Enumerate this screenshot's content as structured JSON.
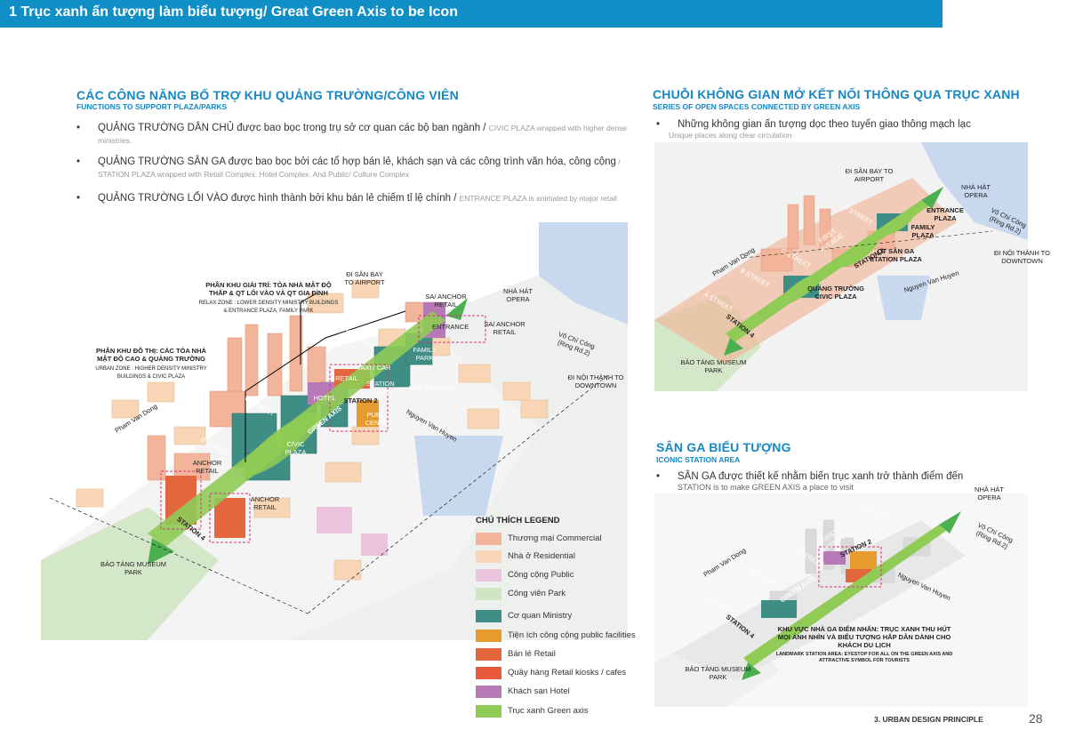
{
  "header": {
    "title": "1 Trục xanh ấn tượng làm biểu tượng/ Great  Green Axis to be Icon"
  },
  "left": {
    "heading": "CÁC CÔNG NĂNG BỔ TRỢ KHU QUẢNG TRƯỜNG/CÔNG VIÊN",
    "subheading": "FUNCTIONS TO SUPPORT PLAZA/PARKS",
    "bullets": [
      {
        "vi": "QUẢNG TRƯỜNG DÂN CHỦ được bao bọc trong trụ sở cơ quan các bộ ban ngành / ",
        "en": "CIVIC PLAZA wrapped with higher dense ministries."
      },
      {
        "vi": "QUẢNG TRƯỜNG SÂN GA  được bao bọc bởi các tổ hợp bán lẻ, khách sạn và các công trình văn hóa, công cộng",
        "en": " / STATION PLAZA wrapped with Retail Complex. Hotel Complex. And Public/ Culture Complex"
      },
      {
        "vi": "QUẢNG TRƯỜNG LỐI VÀO được hình thành bởi khu bán lẻ chiếm tỉ lệ chính / ",
        "en": "ENTRANCE PLAZA is animated by major retail"
      }
    ],
    "map": {
      "relax_zone_vi": "PHÂN KHU GIẢI TRÍ: TÒA NHÀ MẬT ĐỘ THẤP & QT LỐI VÀO VÀ QT GIA ĐÌNH",
      "relax_zone_en": "RELAX ZONE : LOWER DENSITY MINISTRY BUILDINGS & ENTRANCE PLAZA, FAMILY PARK",
      "urban_zone_vi": "PHÂN KHU ĐÔ THỊ: CÁC TÒA NHÀ MẬT ĐỘ CAO & QUẢNG TRƯỜNG",
      "urban_zone_en": "URBAN ZONE : HIGHER DENSITY MINISTRY BUILDINGS & CIVIC PLAZA",
      "to_airport": "ĐI SÂN BAY TO AIRPORT",
      "anchor_retail_1": "SA/ ANCHOR RETAIL",
      "anchor_retail_2": "SA/ ANCHOR RETAIL",
      "opera": "NHÀ HÁT OPERA",
      "entrance": "ENTRANCE",
      "family_park": "FAMILY PARK",
      "taxi_car": "TAXI / CAR",
      "retail": "RETAIL",
      "station_plaza": "STATION PLAZA",
      "bus_terminal": "BUS TERMINAL",
      "hotel": "HOTEL",
      "station2": "STATION 2",
      "public_center": "PUBLIC CENTER",
      "green_axis": "GREEN AXIS",
      "civic_plaza": "CIVIC PLAZA",
      "anchor_retail_3": "ANCHOR RETAIL",
      "anchor_retail_4": "ANCHOR RETAIL",
      "station4": "STATION 4",
      "museum": "BẢO TÀNG MUSEUM PARK",
      "vo_chi_cong": "Võ Chí Công (Ring Rd.2)",
      "downtown": "ĐI NỘI THÀNH TO DOWNTOWN",
      "pham_van_dong": "Pham Van Dong",
      "nguyen_van_huyen": "Nguyen Van Huyen",
      "d_street": "D STREET",
      "c_street": "C STREET",
      "b_street": "B STREET",
      "a_street": "A STREET"
    },
    "legend": {
      "title": "CHÚ THÍCH LEGEND",
      "items": [
        {
          "label": "Thương mại Commercial",
          "color": "#f2b49a"
        },
        {
          "label": "Nhà ở Residential",
          "color": "#f7d5b5"
        },
        {
          "label": "Công cộng Public",
          "color": "#ecc3dc"
        },
        {
          "label": "Công viên  Park",
          "color": "#cfe6c4"
        },
        {
          "label": "Cơ quan Ministry",
          "color": "#3f8e86"
        },
        {
          "label": "Tiện ích công cộng public facilities",
          "color": "#e69b2f"
        },
        {
          "label": "Bán lẻ Retail",
          "color": "#e2673f"
        },
        {
          "label": "Quầy hàng Retail kiosks / cafes",
          "color": "#e85a3c"
        },
        {
          "label": "Khách sạn Hotel",
          "color": "#b57ab5"
        },
        {
          "label": "Trục xanh Green axis",
          "color": "#8fcb55"
        }
      ]
    }
  },
  "right_top": {
    "heading": "CHUỖI KHÔNG GIAN MỞ KẾT NỐI THÔNG QUA TRỤC XANH",
    "subheading": "SERIES OF OPEN SPACES CONNECTED BY  GREEN AXIS",
    "bullet_vi": "Những không gian ấn tượng dọc theo tuyến giao thông mạch lạc",
    "bullet_en": "Unique places along clear circulation",
    "map": {
      "to_airport": "ĐI SÂN BAY TO AIRPORT",
      "opera": "NHÀ HÁT OPERA",
      "entrance_plaza": "ENTRANCE PLAZA",
      "vo_chi_cong": "Võ Chí Công (Ring Rd.2)",
      "family_plaza": "FAMILY PLAZA",
      "downtown": "ĐI NỘI THÀNH TO DOWNTOWN",
      "station_plaza": "QT SÂN GA STATION PLAZA",
      "civic_plaza": "QUẢNG TRƯỜNG CIVIC PLAZA",
      "pham_van_dong": "Pham Van Dong",
      "nguyen_van_huyen": "Nguyen Van Huyen",
      "station4": "STATION 4",
      "museum": "BẢO TÀNG MUSEUM PARK",
      "d_street": "D STREET",
      "c_street": "C STREET",
      "b_street": "B STREET",
      "a_street": "A STREET",
      "first_avenue": "FIRST AVENUE",
      "station2": "STATION 2"
    }
  },
  "right_bottom": {
    "heading": "SÂN GA BIỂU TƯỢNG",
    "subheading": "ICONIC STATION AREA",
    "bullet_vi": "SÂN GA được thiết kế nhằm biến trục xanh trở thành điểm đến",
    "bullet_en": "STATION is to make  GREEN AXIS a place to visit",
    "map": {
      "opera": "NHÀ HÁT OPERA",
      "vo_chi_cong": "Võ Chí Công (Ring Rd.2)",
      "station2": "STATION 2",
      "pham_van_dong": "Pham Van Dong",
      "nguyen_van_huyen": "Nguyen Van Huyen",
      "station4": "STATION 4",
      "museum": "BẢO TÀNG MUSEUM PARK",
      "landmark_vi": "KHU VỰC NHÀ GA ĐIỂM NHẤN: TRỤC XANH THU HÚT MỌI ÁNH NHÌN  VÀ BIỂU TƯỢNG HẤP DẪN DÀNH CHO KHÁCH DU LỊCH",
      "landmark_en": "LANDMARK STATION AREA: EYESTOP FOR ALL ON THE  GREEN AXIS AND ATTRACTIVE SYMBOL FOR TOURISTS",
      "d_street": "D STREET",
      "c_street": "C STREET",
      "b_street": "B STREET",
      "a_street": "A STREET",
      "first_avenue": "FIRST AVENUE",
      "green_axis": "GREEN AXIS"
    }
  },
  "footer": {
    "section": "3. URBAN DESIGN PRINCIPLE",
    "page_number": "28"
  }
}
